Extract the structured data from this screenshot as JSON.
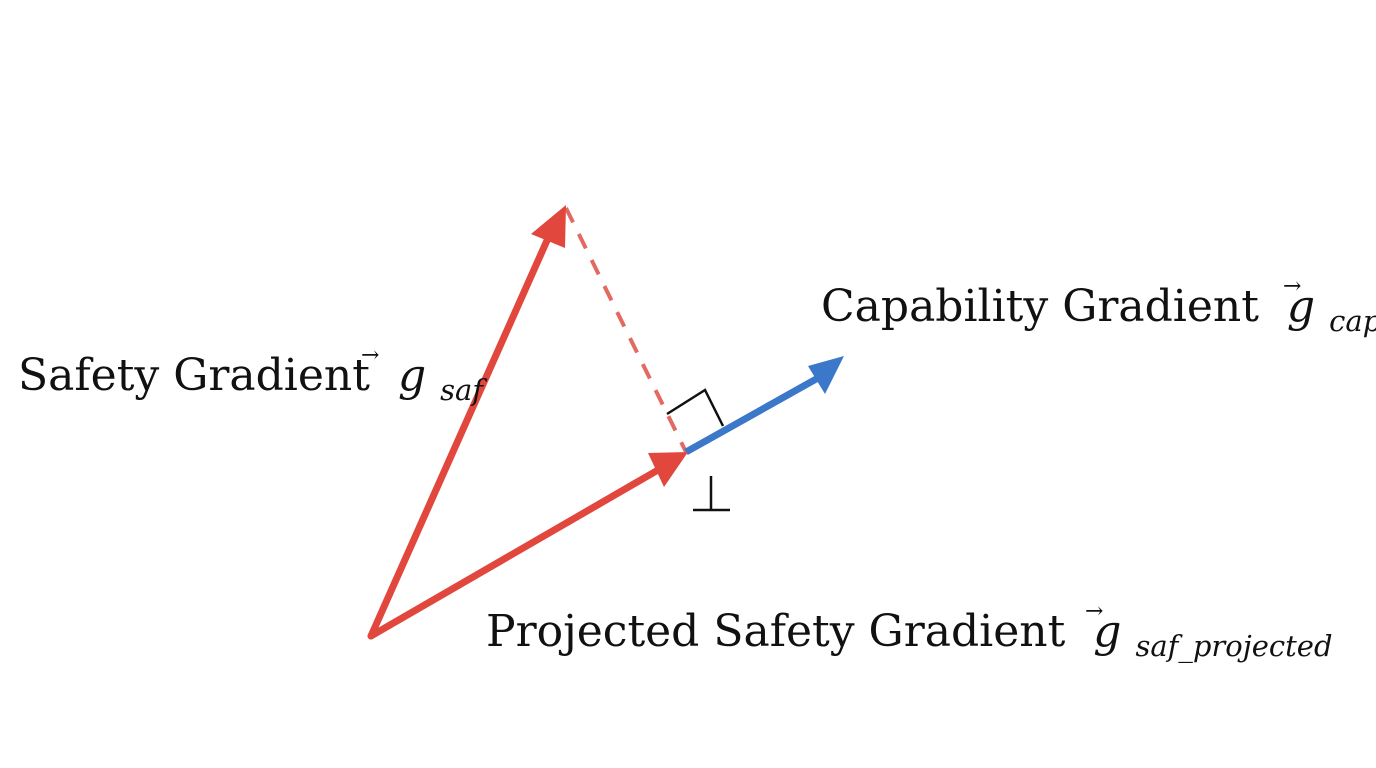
{
  "labels": {
    "safety": {
      "text": "Safety Gradient",
      "symbol": "g",
      "subscript": "saf"
    },
    "capability": {
      "text": "Capability Gradient",
      "symbol": "g",
      "subscript": "cap"
    },
    "projected": {
      "text": "Projected Safety Gradient",
      "symbol": "g",
      "subscript": "saf_projected"
    },
    "perp_symbol": "⊥",
    "vec_arrow": "→"
  },
  "colors": {
    "safety": "#e2473d",
    "projection_line": "#e26a62",
    "capability": "#3b78c9",
    "text": "#111111",
    "background": "#ffffff"
  }
}
